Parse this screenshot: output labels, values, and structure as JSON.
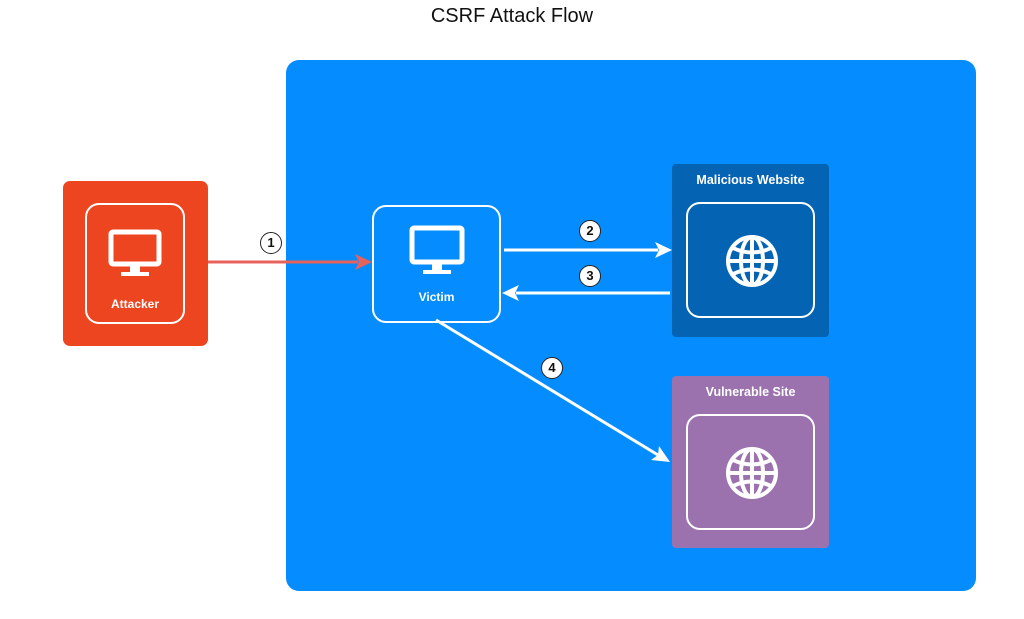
{
  "title": "CSRF Attack Flow",
  "colors": {
    "zone": "#058cfe",
    "attacker": "#ec4520",
    "malicious": "#0463b3",
    "vulnerable": "#9b72ae",
    "attack_arrow": "#e8625c",
    "flow_arrow": "#ffffff"
  },
  "nodes": {
    "attacker": {
      "label": "Attacker",
      "icon": "monitor-icon"
    },
    "victim": {
      "label": "Victim",
      "icon": "monitor-icon"
    },
    "malicious": {
      "label": "Malicious Website",
      "icon": "globe-icon"
    },
    "vulnerable": {
      "label": "Vulnerable Site",
      "icon": "globe-icon"
    }
  },
  "edges": [
    {
      "step": "1",
      "from": "Attacker",
      "to": "Victim"
    },
    {
      "step": "2",
      "from": "Victim",
      "to": "Malicious Website"
    },
    {
      "step": "3",
      "from": "Malicious Website",
      "to": "Victim"
    },
    {
      "step": "4",
      "from": "Victim",
      "to": "Vulnerable Site"
    }
  ]
}
